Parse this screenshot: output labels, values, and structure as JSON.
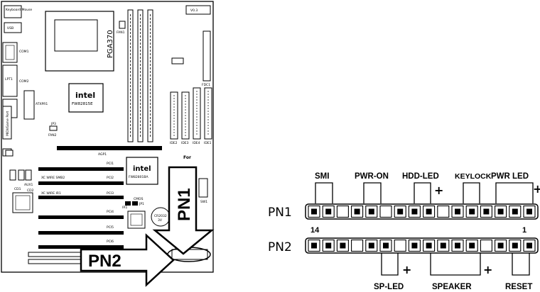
{
  "board": {
    "version": "V0.3",
    "keyboard_mouse": "Keyboard Mouse",
    "usb": "USB",
    "com1": "COM1",
    "lpt1": "LPT1",
    "com2": "COM2",
    "midi_game_port": "MIDI/Game Port",
    "cpu_socket": "PGA370",
    "fan1": "FAN1",
    "intel": "intel",
    "north_bridge": "FW82815E",
    "south_bridge": "FW82801BA",
    "atxpr1": "ATXPR1",
    "jp3": "JP3",
    "fan2": "FAN2",
    "agp1": "AGP1",
    "pci1": "PCI1",
    "pci2": "PCI2",
    "pci3": "PCI3",
    "pci4": "PCI4",
    "pci5": "PCI5",
    "pci6": "PCI6",
    "xc_wire_smb2": "XC WIRE SMB2",
    "xc_wire_ir1": "XC WIRE IR1",
    "aux1": "AUX1",
    "cd1": "CD1",
    "cd2": "CD2",
    "cmos": "CMOS",
    "jp1": "JP1",
    "ir1": "IR1",
    "battery_model": "CR2032",
    "battery_voltage": "3V",
    "sw1": "SW1",
    "fdc1": "FDC1",
    "ide1": "IDE1",
    "ide2": "IDE2",
    "ide3": "IDE3",
    "ide4": "IDE4",
    "for_label": "For",
    "pn1_arrow": "PN1",
    "pn2_arrow": "PN2"
  },
  "connector": {
    "top_labels": [
      "SMI",
      "PWR-ON",
      "HDD-LED",
      "KEYLOCK",
      "PWR LED"
    ],
    "bottom_labels": [
      "SP-LED",
      "SPEAKER",
      "RESET"
    ],
    "row1": "PN1",
    "row2": "PN2",
    "pin_left": "14",
    "pin_right": "1",
    "plus": "+",
    "pn1_pins": [
      1,
      1,
      0,
      1,
      1,
      0,
      1,
      1,
      1,
      0,
      1,
      1,
      1,
      1,
      1,
      1
    ],
    "pn2_pins": [
      1,
      1,
      1,
      0,
      1,
      1,
      0,
      1,
      1,
      1,
      1,
      1,
      0,
      1,
      1,
      1
    ]
  }
}
